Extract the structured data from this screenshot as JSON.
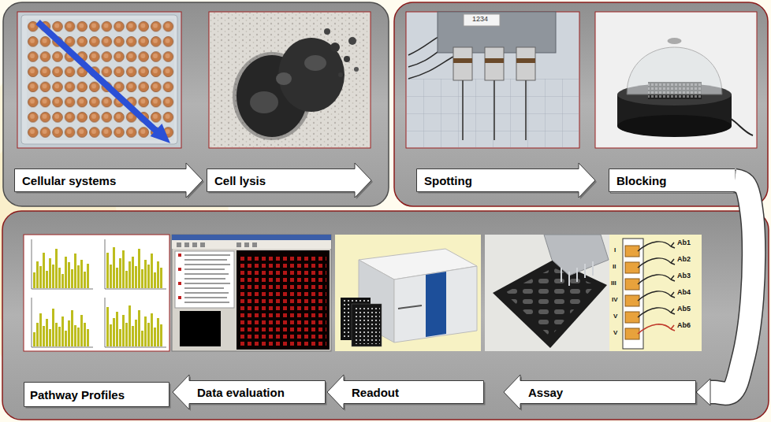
{
  "diagram": {
    "nodes": [
      {
        "text": [
          "Cellular systems"
        ]
      },
      {
        "text": [
          "Cell lysis"
        ]
      },
      {
        "text": [
          "Spotting"
        ]
      },
      {
        "text": [
          "Blocking"
        ]
      },
      {
        "text": [
          "Pathway Profiles"
        ]
      },
      {
        "text": [
          "Data evaluation"
        ]
      },
      {
        "text": [
          "Readout"
        ]
      },
      {
        "text": [
          "Assay"
        ]
      }
    ],
    "edges": [
      {
        "from": 3,
        "to": 7,
        "arrow": "to"
      }
    ],
    "labels": [
      "1234",
      "I",
      "II",
      "III",
      "IV",
      "V",
      "V",
      "Ab1",
      "Ab2",
      "Ab3",
      "Ab4",
      "Ab5",
      "Ab6"
    ]
  }
}
